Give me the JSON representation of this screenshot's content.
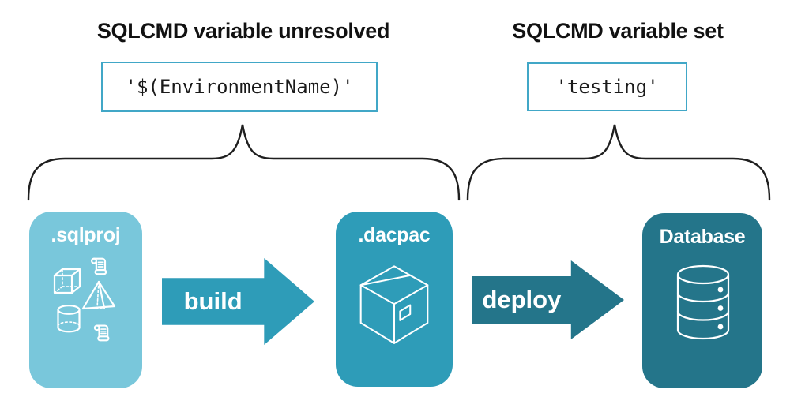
{
  "colors": {
    "background": "#FFFFFF",
    "stage_sqlproj": "#79C7DB",
    "stage_dacpac": "#2E9CB8",
    "stage_database": "#24758A",
    "arrow_build": "#2E9CB8",
    "arrow_deploy": "#24758A",
    "code_border": "#41A7C7",
    "heading_text": "#111111",
    "code_text": "#1A1A1A",
    "brace": "#1F1F1F",
    "icon": "#FFFFFF"
  },
  "annotations": {
    "unresolved": {
      "title": "SQLCMD variable unresolved",
      "code": "'$(EnvironmentName)'"
    },
    "set": {
      "title": "SQLCMD variable set",
      "code": "'testing'"
    }
  },
  "pipeline": {
    "stages": [
      {
        "label": ".sqlproj"
      },
      {
        "label": ".dacpac"
      },
      {
        "label": "Database"
      }
    ],
    "arrows": [
      {
        "label": "build"
      },
      {
        "label": "deploy"
      }
    ]
  }
}
